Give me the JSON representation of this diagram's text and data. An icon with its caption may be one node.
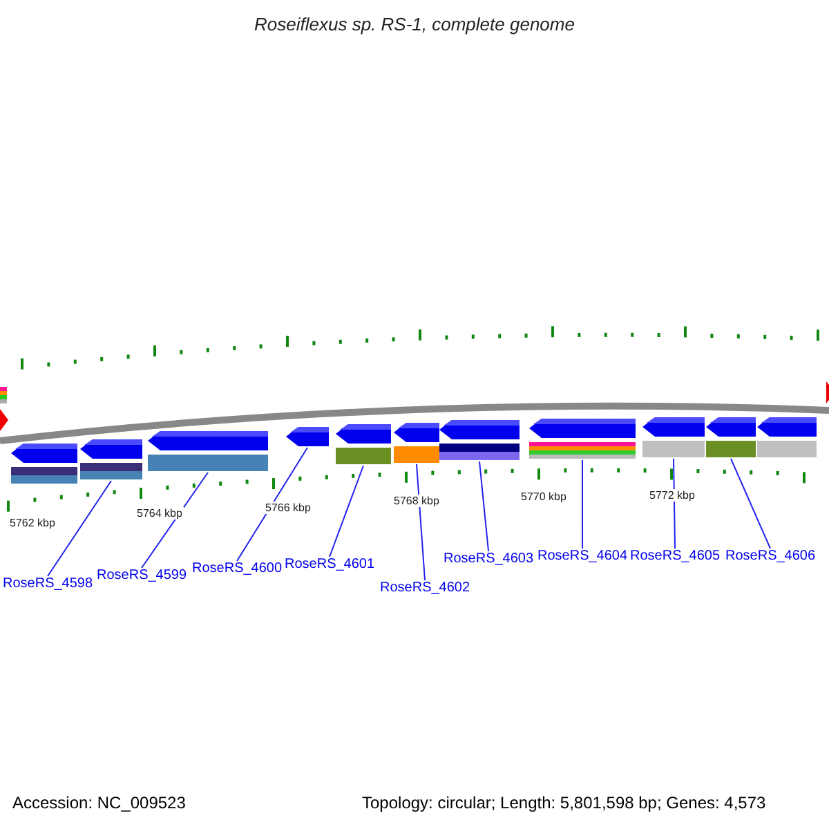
{
  "diagram": {
    "title": "Roseiflexus sp. RS-1, complete genome",
    "nodes": [
      {
        "text": [
          "RoseRS_4598"
        ]
      },
      {
        "text": [
          "RoseRS_4599"
        ]
      },
      {
        "text": [
          "RoseRS_4600"
        ]
      },
      {
        "text": [
          "RoseRS_4601"
        ]
      },
      {
        "text": [
          "RoseRS_4602"
        ]
      },
      {
        "text": [
          "RoseRS_4603"
        ]
      },
      {
        "text": [
          "RoseRS_4604"
        ]
      },
      {
        "text": [
          "RoseRS_4605"
        ]
      },
      {
        "text": [
          "RoseRS_4606"
        ]
      },
      {
        "text": [],
        "shape": "pentagon"
      },
      {
        "text": [],
        "shape": "pentagon"
      },
      {
        "text": [],
        "shape": "pentagon"
      },
      {
        "text": [],
        "shape": "pentagon"
      },
      {
        "text": [],
        "shape": "pentagon"
      },
      {
        "text": [],
        "shape": "pentagon"
      },
      {
        "text": [],
        "shape": "pentagon"
      },
      {
        "text": [],
        "shape": "pentagon"
      },
      {
        "text": [],
        "shape": "pentagon"
      },
      {
        "text": [],
        "shape": "pentagon"
      },
      {
        "text": [],
        "shape": "pentagon"
      }
    ],
    "edges": [
      {
        "from": 0,
        "to": 10,
        "arrow": "none"
      },
      {
        "from": 1,
        "to": 11,
        "arrow": "none"
      },
      {
        "from": 2,
        "to": 12,
        "arrow": "none"
      },
      {
        "from": 3,
        "to": 13,
        "arrow": "none"
      },
      {
        "from": 4,
        "to": 14,
        "arrow": "none"
      },
      {
        "from": 5,
        "to": 15,
        "arrow": "none"
      },
      {
        "from": 6,
        "to": 16,
        "arrow": "none"
      },
      {
        "from": 7,
        "to": 17,
        "arrow": "none"
      },
      {
        "from": 8,
        "to": 18,
        "arrow": "none"
      }
    ],
    "labels": [
      "5762 kbp",
      "5764 kbp",
      "5766 kbp",
      "5768 kbp",
      "5770 kbp",
      "5772 kbp",
      "Accession: NC_009523",
      "Topology: circular; Length: 5,801,598 bp; Genes: 4,573"
    ]
  }
}
